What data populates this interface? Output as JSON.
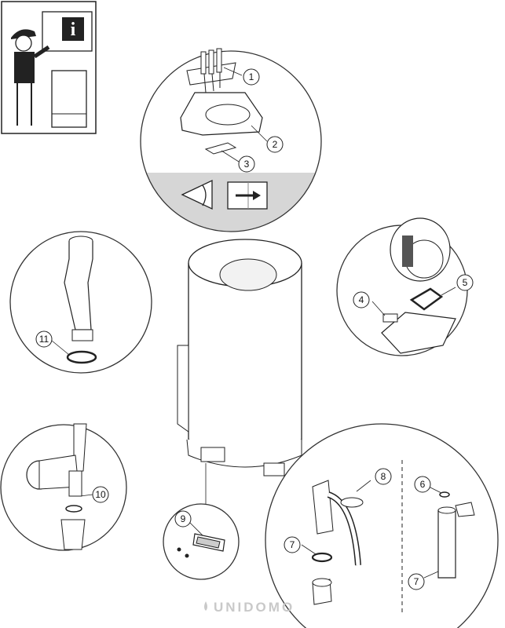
{
  "info_symbol": "i",
  "watermark": "UNIDOMO",
  "callouts": [
    "1",
    "2",
    "3",
    "4",
    "5",
    "6",
    "7",
    "7",
    "8",
    "9",
    "10",
    "11"
  ],
  "icons": [
    "technician-info-icon",
    "eye-icon",
    "arrow-right-icon"
  ]
}
